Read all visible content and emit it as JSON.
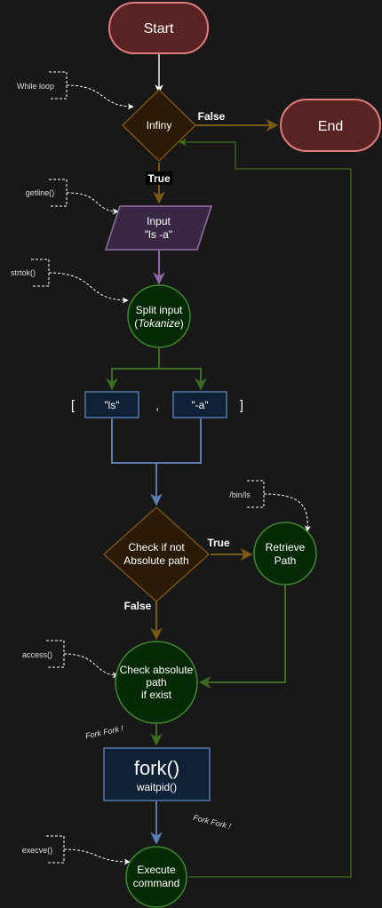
{
  "nodes": {
    "start": "Start",
    "end": "End",
    "infiny": "Infiny",
    "input_line1": "Input",
    "input_line2": "\"ls -a\"",
    "split_line1": "Split input",
    "split_paren_open": "(",
    "split_tokenize": "Tokanize",
    "split_paren_close": ")",
    "token_ls": "\"ls\"",
    "token_a": "\"-a\"",
    "bracket_open": "[",
    "comma": ",",
    "bracket_close": "]",
    "check_line1": "Check if not",
    "check_line2": "Absolute path",
    "retrieve_line1": "Retrieve",
    "retrieve_line2": "Path",
    "exist_line1": "Check absolute",
    "exist_line2": "path",
    "exist_line3": "if exist",
    "fork_title": "fork()",
    "fork_sub": "waitpid()",
    "execute_line1": "Execute",
    "execute_line2": "command"
  },
  "edge_labels": {
    "false_top": "False",
    "true_top": "True",
    "true_check": "True",
    "false_check": "False"
  },
  "annotations": {
    "while_loop": "While loop",
    "getline": "getline()",
    "strtok": "strtok()",
    "bin_ls": "/bin/ls",
    "access": "access()",
    "execve": "execve()",
    "fork_fork_1": "Fork Fork !",
    "fork_fork_2": "Fork Fork !"
  },
  "colors": {
    "background": "#181818",
    "terminal_fill": "#5a2323",
    "terminal_stroke": "#e37d7d",
    "decision_fill": "#2b1a07",
    "decision_stroke": "#7a5314",
    "io_fill": "#3a2744",
    "io_stroke": "#9270a8",
    "process_fill": "#062906",
    "process_stroke": "#3f8a2b",
    "box_fill": "#0f2136",
    "box_stroke": "#5578a8",
    "arrow_orange": "#7c5a11",
    "arrow_green": "#3e6d1f",
    "arrow_blue": "#5b7db2",
    "arrow_purple": "#9268a8",
    "text": "#ffffff",
    "note": "#dddddd"
  }
}
